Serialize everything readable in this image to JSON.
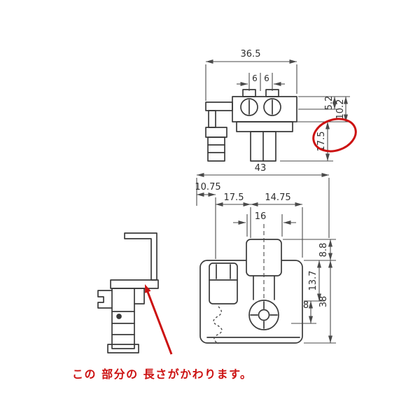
{
  "colors": {
    "line": "#3a3a3a",
    "accent_red": "#cc1111"
  },
  "front_view": {
    "dims": {
      "total_width": "36.5",
      "pitch_a": "6",
      "pitch_b": "6",
      "offset_a": "5.2",
      "offset_b": "10.2",
      "highlight_height": "17.5"
    }
  },
  "plan_view": {
    "dims": {
      "total_width": "43",
      "seg_left": "10.75",
      "seg_mid": "17.5",
      "seg_right": "14.75",
      "tab_width": "16",
      "h_top": "8.8",
      "h_mid": "13.7",
      "h_small": "8",
      "total_height": "38"
    }
  },
  "annotation": {
    "note": "この 部分の 長さがかわります。"
  }
}
